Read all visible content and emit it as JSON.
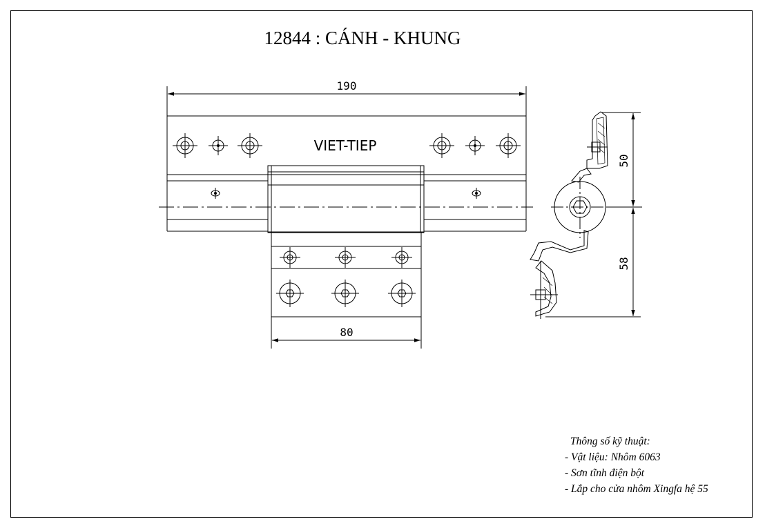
{
  "title": "12844 : CÁNH - KHUNG",
  "brand": "VIET-TIEP",
  "dimensions": {
    "overall_width": "190",
    "lower_width": "80",
    "upper_height": "50",
    "lower_height": "58"
  },
  "specs": {
    "heading": "Thông số kỹ thuật:",
    "items": [
      "- Vật liệu: Nhôm 6063",
      "- Sơn tĩnh điện bột",
      "- Lắp cho cửa nhôm Xingfa hệ 55"
    ]
  }
}
